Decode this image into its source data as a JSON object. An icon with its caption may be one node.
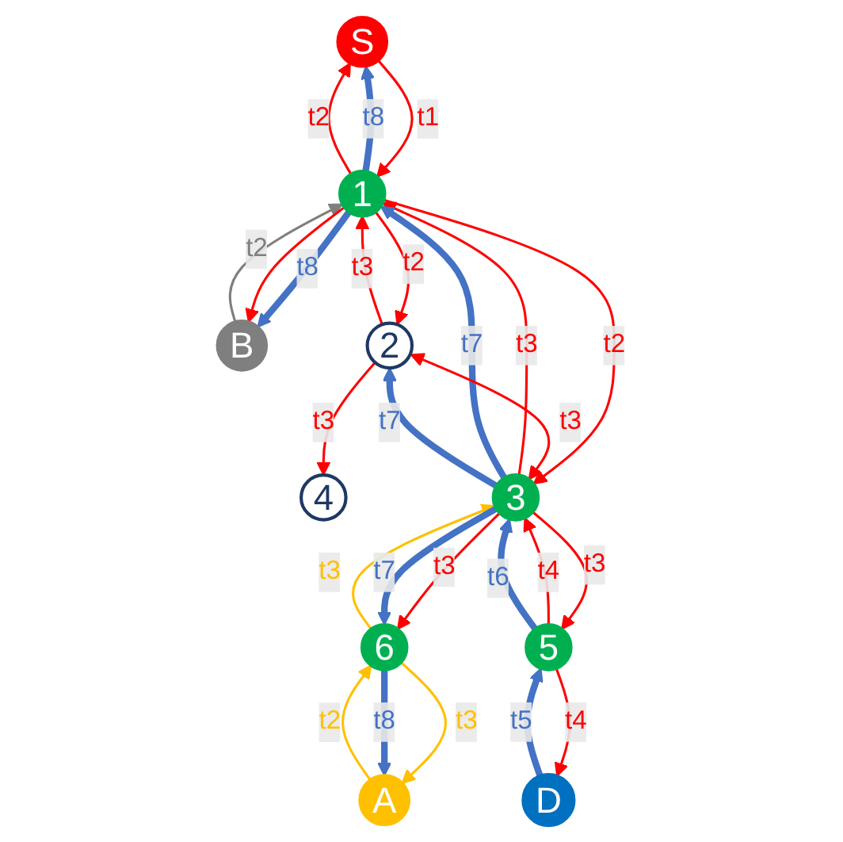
{
  "diagram": {
    "nodes": [
      {
        "text": [
          "S"
        ]
      },
      {
        "text": [
          "B"
        ]
      },
      {
        "text": [
          "1"
        ]
      },
      {
        "text": [
          "A"
        ]
      },
      {
        "text": [
          "6"
        ]
      },
      {
        "text": [
          "4"
        ]
      },
      {
        "text": [
          "2"
        ]
      },
      {
        "text": [
          "3"
        ]
      },
      {
        "text": [
          "5"
        ]
      },
      {
        "text": [
          "D"
        ]
      }
    ],
    "edges": [
      {
        "from": 2,
        "to": 0,
        "arrow": "to",
        "label": "t8",
        "style": "thick",
        "color": "#4472c4"
      },
      {
        "from": 2,
        "to": 0,
        "arrow": "to",
        "label": "t2",
        "color": "#ff0000"
      },
      {
        "from": 0,
        "to": 2,
        "arrow": "to",
        "label": "t1",
        "color": "#ff0000"
      },
      {
        "from": 2,
        "to": 1,
        "arrow": "to",
        "label": "t8",
        "style": "thick",
        "color": "#4472c4"
      },
      {
        "from": 1,
        "to": 2,
        "arrow": "to",
        "label": "t2",
        "color": "#7f7f7f"
      },
      {
        "from": 2,
        "to": 1,
        "arrow": "to",
        "color": "#ff0000"
      },
      {
        "from": 2,
        "to": 6,
        "arrow": "to",
        "label": "t2",
        "color": "#ff0000"
      },
      {
        "from": 6,
        "to": 2,
        "arrow": "to",
        "label": "t3",
        "color": "#ff0000"
      },
      {
        "from": 2,
        "to": 7,
        "arrow": "to",
        "label": "t2",
        "color": "#ff0000"
      },
      {
        "from": 7,
        "to": 2,
        "arrow": "to",
        "label": "t3",
        "color": "#ff0000"
      },
      {
        "from": 7,
        "to": 2,
        "arrow": "to",
        "label": "t7",
        "style": "thick",
        "color": "#4472c4"
      },
      {
        "from": 6,
        "to": 7,
        "arrow": "both",
        "label": "t3",
        "color": "#ff0000"
      },
      {
        "from": 7,
        "to": 6,
        "arrow": "to",
        "label": "t7",
        "style": "thick",
        "color": "#4472c4"
      },
      {
        "from": 6,
        "to": 5,
        "arrow": "to",
        "label": "t3",
        "color": "#ff0000"
      },
      {
        "from": 7,
        "to": 4,
        "arrow": "to",
        "label": "t3",
        "color": "#ff0000"
      },
      {
        "from": 4,
        "to": 7,
        "arrow": "to",
        "label": "t3",
        "color": "#ffc000"
      },
      {
        "from": 7,
        "to": 4,
        "arrow": "to",
        "label": "t7",
        "style": "thick",
        "color": "#4472c4"
      },
      {
        "from": 3,
        "to": 4,
        "arrow": "to",
        "label": "t2",
        "color": "#ffc000"
      },
      {
        "from": 4,
        "to": 3,
        "arrow": "to",
        "label": "t3",
        "color": "#ffc000"
      },
      {
        "from": 4,
        "to": 3,
        "arrow": "to",
        "label": "t8",
        "style": "thick",
        "color": "#4472c4"
      },
      {
        "from": 7,
        "to": 8,
        "arrow": "to",
        "label": "t3",
        "color": "#ff0000"
      },
      {
        "from": 8,
        "to": 7,
        "arrow": "to",
        "label": "t4",
        "color": "#ff0000"
      },
      {
        "from": 8,
        "to": 7,
        "arrow": "to",
        "label": "t6",
        "style": "thick",
        "color": "#4472c4"
      },
      {
        "from": 8,
        "to": 9,
        "arrow": "to",
        "label": "t4",
        "color": "#ff0000"
      },
      {
        "from": 9,
        "to": 8,
        "arrow": "to",
        "label": "t5",
        "style": "thick",
        "color": "#4472c4"
      }
    ]
  }
}
